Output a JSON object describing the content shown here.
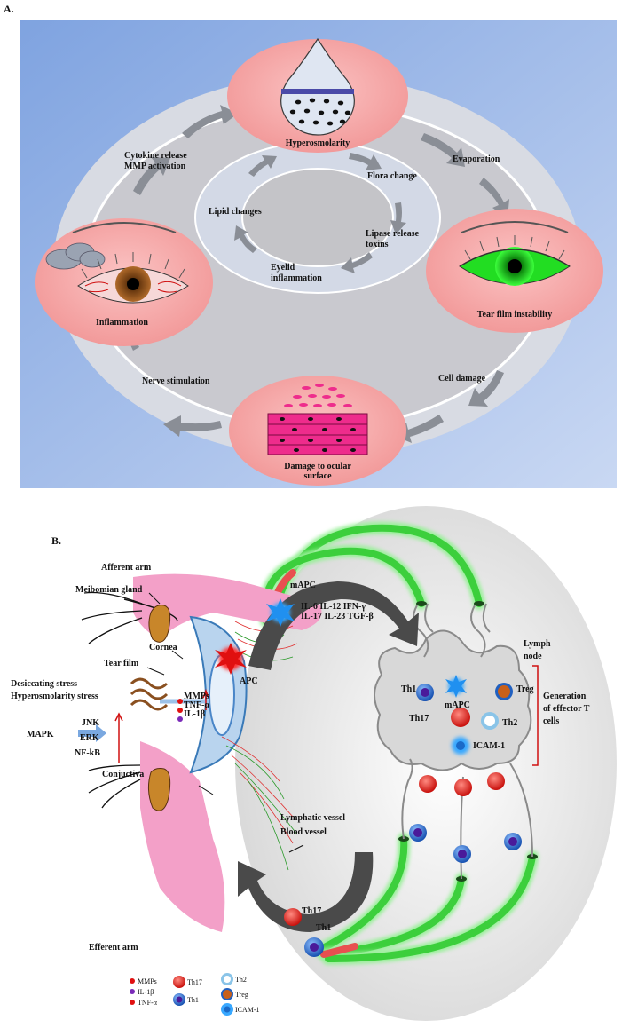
{
  "panel_a": {
    "panel_label": "A.",
    "nodes": {
      "top": "Hyperosmolarity",
      "right": "Tear film instability",
      "bottom_line1": "Damage to ocular",
      "bottom_line2": "surface",
      "left": "Inflammation"
    },
    "outer_labels": {
      "cytokine_line1": "Cytokine release",
      "cytokine_line2": "MMP activation",
      "evaporation": "Evaporation",
      "cell_damage": "Cell damage",
      "nerve": "Nerve stimulation"
    },
    "inner_labels": {
      "flora": "Flora change",
      "lipase_line1": "Lipase release",
      "lipase_line2": "toxins",
      "eyelid_line1": "Eyelid",
      "eyelid_line2": "inflammation",
      "lipid": "Lipid changes"
    }
  },
  "panel_b": {
    "panel_label": "B.",
    "afferent_arm": "Afferent arm",
    "efferent_arm": "Efferent arm",
    "meibomian": "Meibomian gland",
    "cornea": "Cornea",
    "tear_film": "Tear film",
    "stress_line1": "Desiccating stress",
    "stress_line2": "Hyperosmolarity stress",
    "mapk": "MAPK",
    "pathway": [
      "JNK",
      "ERK",
      "NF-kB"
    ],
    "conjunctiva": "Conjuctiva",
    "mapc": "mAPC",
    "apc": "APC",
    "cytokines_row1": "IL-6  IL-12  IFN-γ",
    "cytokines_row2": "IL-17 IL-23 TGF-β",
    "tear_mediators": [
      "MMPs",
      "TNF-α",
      "IL-1β"
    ],
    "lymph_node_line1": "Lymph",
    "lymph_node_line2": "node",
    "generation_line1": "Generation",
    "generation_line2": "of effector T",
    "generation_line3": "cells",
    "node_cells": {
      "th1": "Th1",
      "mapc": "mAPC",
      "treg": "Treg",
      "th17": "Th17",
      "th2": "Th2",
      "icam": "ICAM-1"
    },
    "lymphatic_vessel": "Lymphatic vessel",
    "blood_vessel": "Blood vessel",
    "th17_bottom": "Th17",
    "th1_bottom": "Th1",
    "legend": {
      "mmps": "MMPs",
      "il1b": "IL-1β",
      "tnfa": "TNF-α",
      "th17": "Th17",
      "th1": "Th1",
      "th2": "Th2",
      "treg": "Treg",
      "icam": "ICAM-1"
    }
  },
  "colors": {
    "panel_a_bg_start": "#7fa3e0",
    "panel_a_bg_end": "#c9d8f3",
    "node_pink": "#f4a6a6",
    "pink_tissue": "#f3a0c8",
    "th17_red": "#e8201c",
    "th1_blue": "#1e64c8",
    "green_vessel": "#3ccf3c"
  }
}
